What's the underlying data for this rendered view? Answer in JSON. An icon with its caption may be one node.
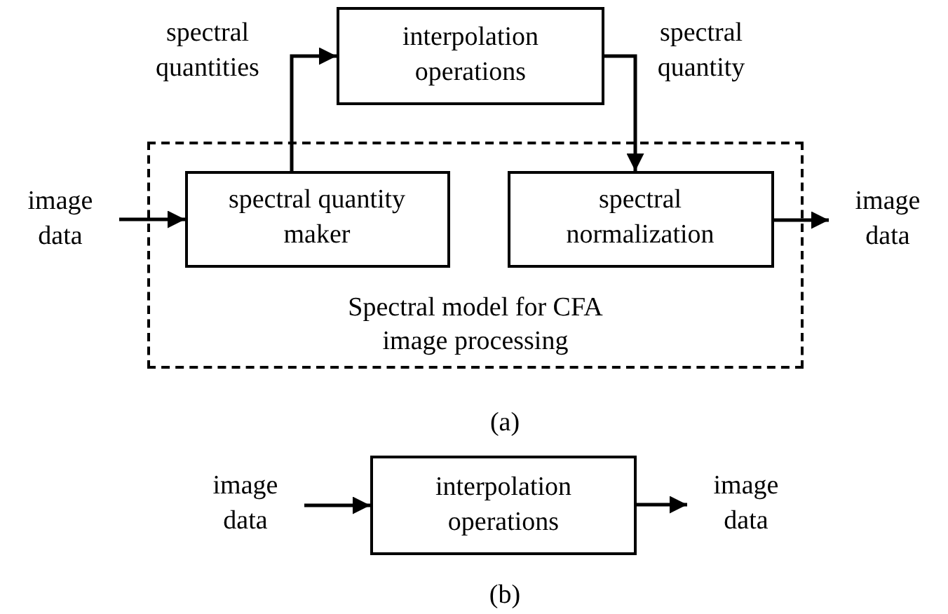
{
  "diagram": {
    "nodes": [
      {
        "text": [
          "Spectral model for CFA image processing"
        ]
      },
      {
        "text": [
          "interpolation operations"
        ]
      },
      {
        "text": [
          "spectral quantity maker"
        ],
        "in": 0
      },
      {
        "text": [
          "spectral normalization"
        ],
        "in": 0
      },
      {
        "text": [
          "image data"
        ]
      },
      {
        "text": [
          "image data"
        ]
      },
      {
        "text": [
          "image data"
        ]
      },
      {
        "text": [
          "interpolation operations"
        ]
      },
      {
        "text": [
          "image data"
        ]
      }
    ],
    "edges": [
      {
        "from": 4,
        "to": 2,
        "arrow": "to"
      },
      {
        "from": 2,
        "to": 1,
        "arrow": "to",
        "label": "spectral quantities"
      },
      {
        "from": 1,
        "to": 3,
        "arrow": "to",
        "label": "spectral quantity"
      },
      {
        "from": 3,
        "to": 5,
        "arrow": "to"
      },
      {
        "from": 6,
        "to": 7,
        "arrow": "to"
      },
      {
        "from": 7,
        "to": 8,
        "arrow": "to"
      }
    ],
    "labels": [
      "(a)",
      "(b)"
    ]
  }
}
